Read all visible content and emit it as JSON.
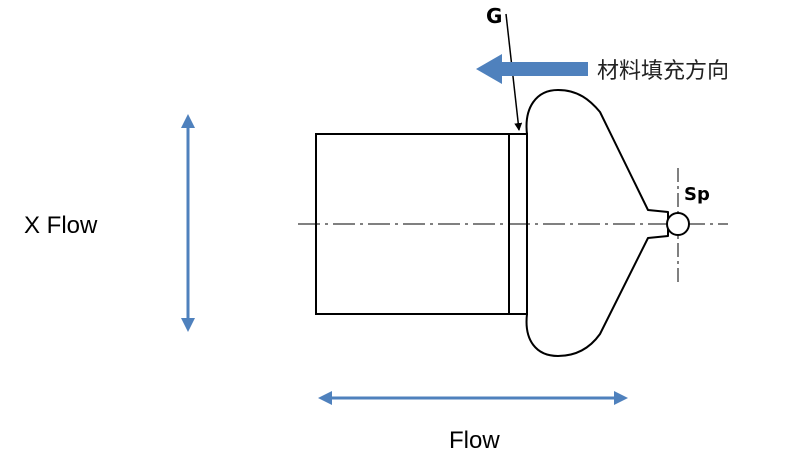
{
  "labels": {
    "gate": "G",
    "sprue": "Sp",
    "fill_direction": "材料填充方向",
    "x_flow": "X Flow",
    "flow": "Flow"
  },
  "colors": {
    "arrow_blue": "#4f81bd",
    "line": "#000000",
    "background": "#ffffff"
  }
}
